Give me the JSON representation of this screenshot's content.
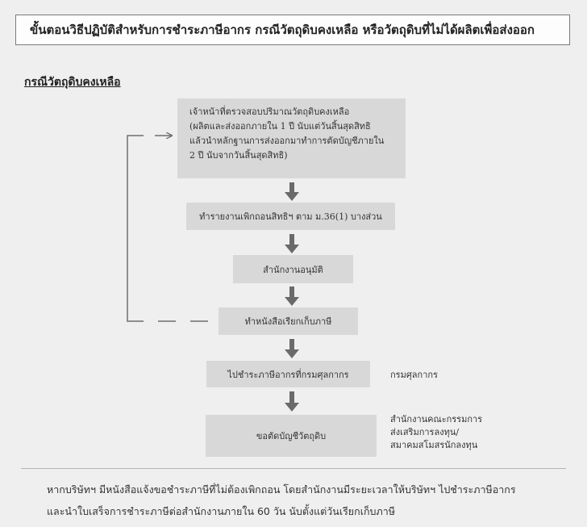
{
  "title": "ขั้นตอนวิธีปฏิบัติสำหรับการชำระภาษีอากร กรณีวัตถุดิบคงเหลือ หรือวัตถุดิบที่ไม่ได้ผลิตเพื่อส่งออก",
  "section_heading": "กรณีวัตถุดิบคงเหลือ",
  "steps": [
    {
      "lines": [
        "เจ้าหน้าที่ตรวจสอบปริมาณวัตถุดิบคงเหลือ",
        "(ผลิตและส่งออกภายใน 1 ปี นับแต่วันสิ้นสุดสิทธิ",
        " แล้วนำหลักฐานการส่งออกมาทำการตัดบัญชีภายใน",
        "2 ปี นับจากวันสิ้นสุดสิทธิ)"
      ]
    },
    {
      "label": "ทำรายงานเพิกถอนสิทธิฯ ตาม ม.36(1) บางส่วน"
    },
    {
      "label": "สำนักงานอนุมัติ"
    },
    {
      "label": "ทำหนังสือเรียกเก็บภาษี"
    },
    {
      "label": "ไปชำระภาษีอากรที่กรมศุลกากร",
      "side_note": "กรมศุลกากร"
    },
    {
      "label": "ขอตัดบัญชีวัตถุดิบ",
      "side_note_lines": [
        "สำนักงานคณะกรรมการ",
        "ส่งเสริมการลงทุน/",
        "สมาคมสโมสรนักลงทุน"
      ]
    }
  ],
  "footnote_lines": [
    "หากบริษัทฯ มีหนังสือแจ้งขอชำระภาษีที่ไม่ต้องเพิกถอน โดยสำนักงานมีระยะเวลาให้บริษัทฯ ไปชำระภาษีอากร",
    "และนำใบเสร็จการชำระภาษีต่อสำนักงานภายใน 60 วัน นับตั้งแต่วันเรียกเก็บภาษี"
  ]
}
